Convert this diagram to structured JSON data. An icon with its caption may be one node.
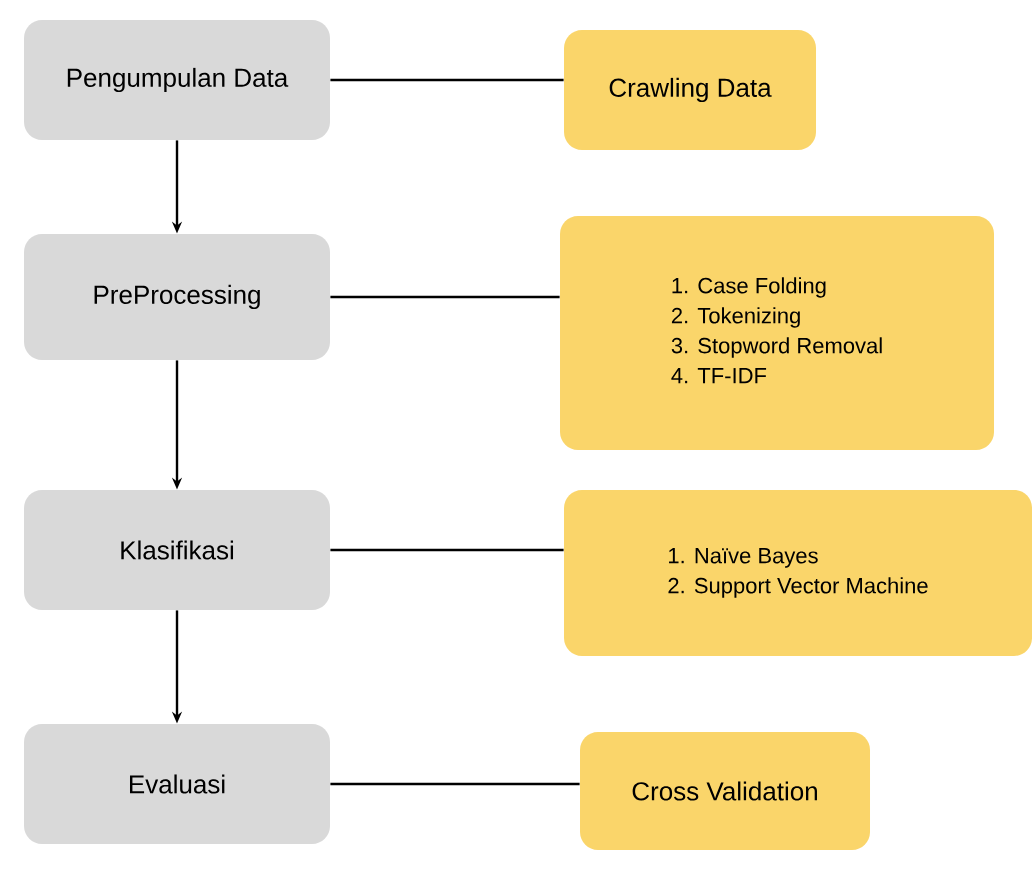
{
  "diagram": {
    "nodes": [
      {
        "text": [
          "Pengumpulan Data"
        ]
      },
      {
        "text": [
          "Crawling Data"
        ]
      },
      {
        "text": [
          "PreProcessing"
        ]
      },
      {
        "text": [
          "1. Case Folding",
          "2. Tokenizing",
          "3. Stopword Removal",
          "4. TF-IDF"
        ]
      },
      {
        "text": [
          "Klasifikasi"
        ]
      },
      {
        "text": [
          "1. Naïve Bayes",
          "2. Support Vector Machine"
        ]
      },
      {
        "text": [
          "Evaluasi"
        ]
      },
      {
        "text": [
          "Cross Validation"
        ]
      }
    ],
    "edges": [
      {
        "from": 0,
        "to": 1,
        "arrow": "none"
      },
      {
        "from": 0,
        "to": 2,
        "arrow": "to"
      },
      {
        "from": 2,
        "to": 3,
        "arrow": "none"
      },
      {
        "from": 2,
        "to": 4,
        "arrow": "to"
      },
      {
        "from": 4,
        "to": 5,
        "arrow": "none"
      },
      {
        "from": 4,
        "to": 6,
        "arrow": "to"
      },
      {
        "from": 6,
        "to": 7,
        "arrow": "none"
      }
    ]
  }
}
